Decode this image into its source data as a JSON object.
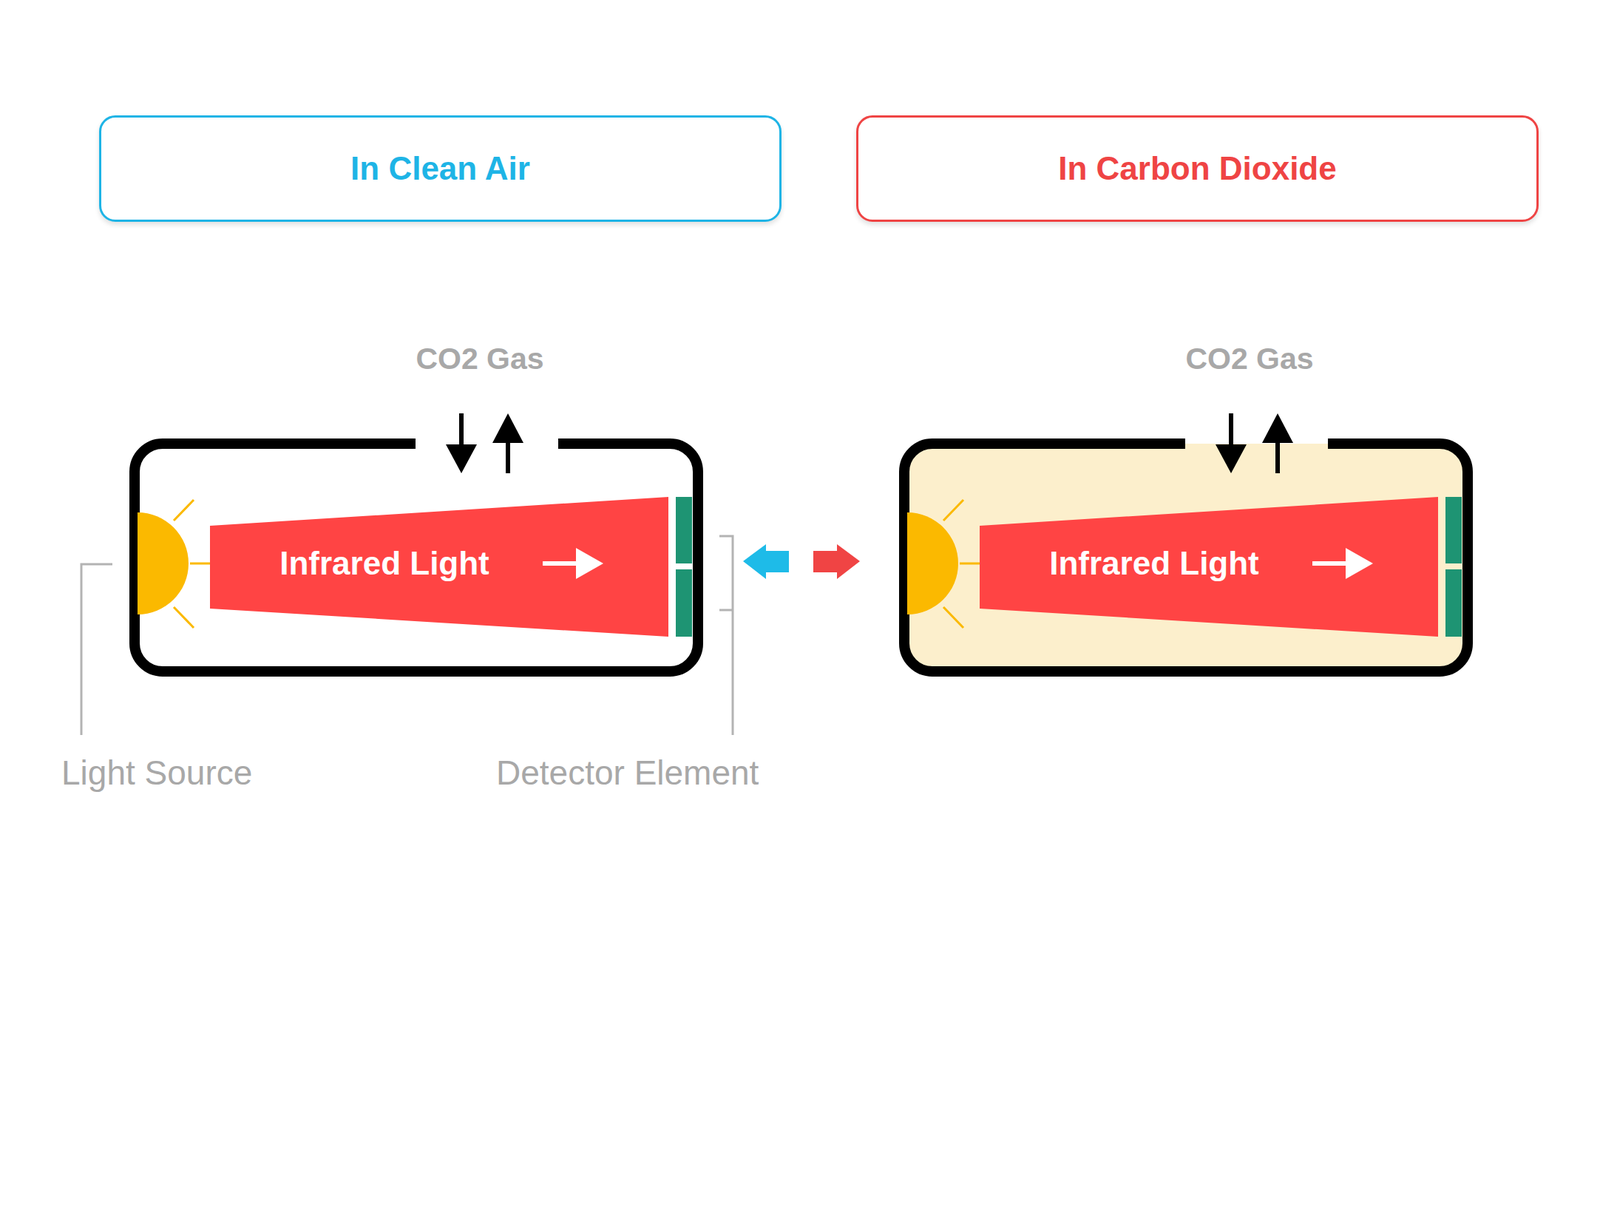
{
  "diagram": {
    "nodes": [
      {
        "text": [
          "In Clean Air"
        ]
      },
      {
        "text": [
          "In Carbon Dioxide"
        ]
      },
      {
        "text": [
          "CO2 Gas"
        ]
      },
      {
        "text": [
          "Infrared Light"
        ],
        "in": 2
      },
      {
        "text": [
          "CO2 Gas"
        ]
      },
      {
        "text": [
          "Infrared Light"
        ],
        "in": 4
      }
    ],
    "labels": [
      "Light Source",
      "Detector Element"
    ]
  }
}
